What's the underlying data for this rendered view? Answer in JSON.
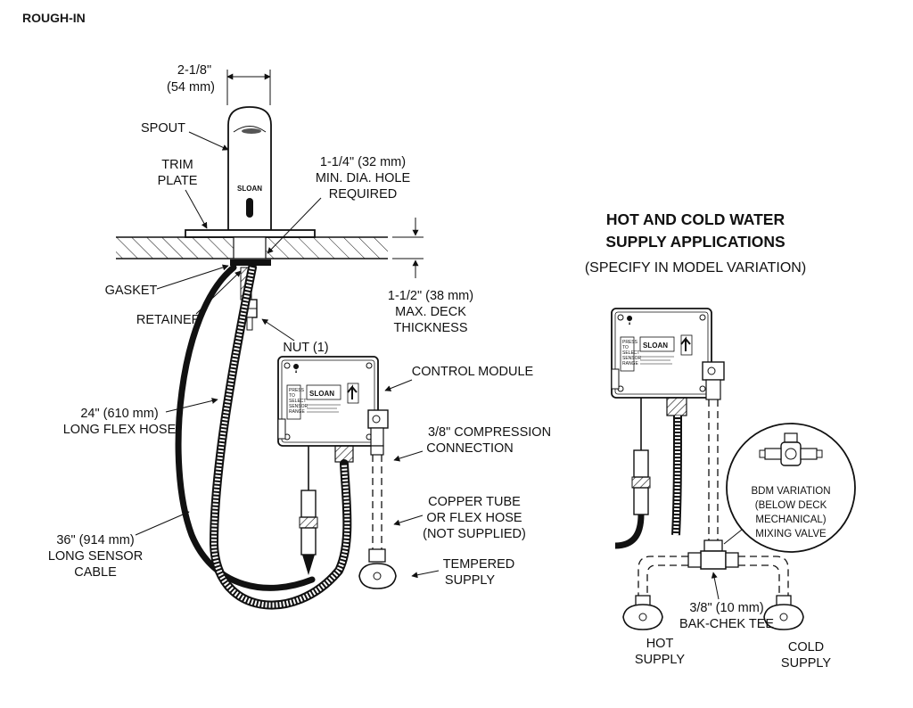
{
  "header": "ROUGH-IN",
  "left_labels": {
    "dim_width": "2-1/8\"",
    "dim_width_mm": "(54 mm)",
    "spout": "SPOUT",
    "trim_1": "TRIM",
    "trim_2": "PLATE",
    "hole_1": "1-1/4\" (32 mm)",
    "hole_2": "MIN. DIA. HOLE",
    "hole_3": "REQUIRED",
    "gasket": "GASKET",
    "retainer": "RETAINER",
    "deck_1": "1-1/2\" (38 mm)",
    "deck_2": "MAX. DECK",
    "deck_3": "THICKNESS",
    "nut": "NUT (1)",
    "control": "CONTROL MODULE",
    "hose_1": "24\" (610 mm)",
    "hose_2": "LONG FLEX HOSE",
    "comp_1": "3/8\" COMPRESSION",
    "comp_2": "CONNECTION",
    "copper_1": "COPPER TUBE",
    "copper_2": "OR  FLEX HOSE",
    "copper_3": "(NOT SUPPLIED)",
    "sensor_1": "36\" (914 mm)",
    "sensor_2": "LONG SENSOR",
    "sensor_3": "CABLE",
    "tempered_1": "TEMPERED",
    "tempered_2": "SUPPLY"
  },
  "right_labels": {
    "title_1": "HOT AND COLD WATER",
    "title_2": "SUPPLY APPLICATIONS",
    "subtitle": "(SPECIFY IN MODEL VARIATION)",
    "bdm_1": "BDM VARIATION",
    "bdm_2": "(BELOW DECK",
    "bdm_3": "MECHANICAL)",
    "bdm_4": "MIXING VALVE",
    "tee_1": "3/8\" (10 mm)",
    "tee_2": "BAK-CHEK TEE",
    "hot_1": "HOT",
    "hot_2": "SUPPLY",
    "cold_1": "COLD",
    "cold_2": "SUPPLY"
  },
  "faucet_brand": "SLOAN",
  "module_brand": "SLOAN",
  "module_text": [
    "PRESS",
    "TO",
    "SELECT",
    "SENSOR",
    "RANGE"
  ]
}
